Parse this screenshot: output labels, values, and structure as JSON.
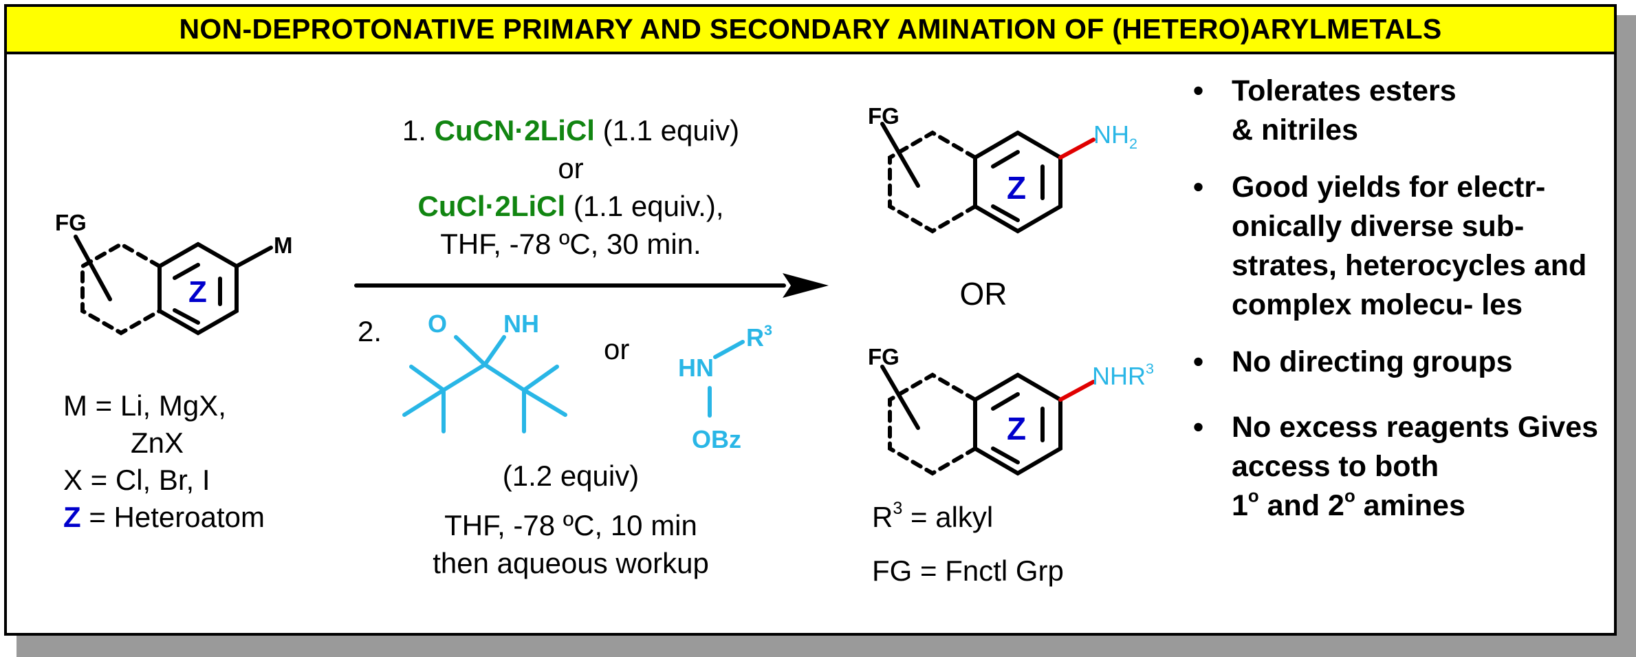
{
  "title": "NON-DEPROTONATIVE PRIMARY AND SECONDARY AMINATION OF (HETERO)ARYLMETALS",
  "colors": {
    "banner": "#ffff00",
    "green": "#118511",
    "blue": "#0000cc",
    "cyan": "#29b6e6",
    "bond_red": "#e00000"
  },
  "start_material": {
    "fg": "FG",
    "z": "Z",
    "m": "M",
    "legend": {
      "m_line1": "M = Li, MgX,",
      "m_line2": "ZnX",
      "x_line": "X = Cl, Br, I",
      "z_symbol": "Z",
      "z_def": "= Heteroatom"
    }
  },
  "conditions": {
    "step1_prefix": "1.",
    "reagent1": "CuCN·2LiCl",
    "reagent1_amount": "(1.1 equiv)",
    "or_1": "or",
    "reagent2": "CuCl·2LiCl",
    "reagent2_amount": "(1.1 equiv.),",
    "step1_line3": "THF, -78 ºC, 30 min.",
    "step2_prefix": "2.",
    "oxaziridine_o": "O",
    "oxaziridine_nh": "NH",
    "or_2": "or",
    "amine_hn": "HN",
    "amine_r": "R",
    "amine_r_sup": "3",
    "amine_obz": "OBz",
    "amount2": "(1.2 equiv)",
    "step2_line2": "THF, -78 ºC, 10 min",
    "step2_line3": "then aqueous workup"
  },
  "products": {
    "fg_top": "FG",
    "nh2_main": "NH",
    "nh2_sub": "2",
    "z_top": "Z",
    "or": "OR",
    "fg_bottom": "FG",
    "nhr_main": "NHR",
    "nhr_sup": "3",
    "z_bottom": "Z",
    "r3_main": "R",
    "r3_sup": "3",
    "r3_def": " = alkyl",
    "fg_def": "FG = Fnctl Grp"
  },
  "bullets": [
    {
      "lines": "Tolerates esters & nitriles"
    },
    {
      "lines": "Good yields for electr- onically diverse sub- strates, heterocycles and complex molecu- les"
    },
    {
      "lines": "No directing groups"
    },
    {
      "lines": "No excess reagents Gives access to both"
    }
  ],
  "last_bullet_tail": {
    "a": "1",
    "a_sup": "o",
    "and": " and 2",
    "b_sup": "o",
    "rest": " amines"
  }
}
